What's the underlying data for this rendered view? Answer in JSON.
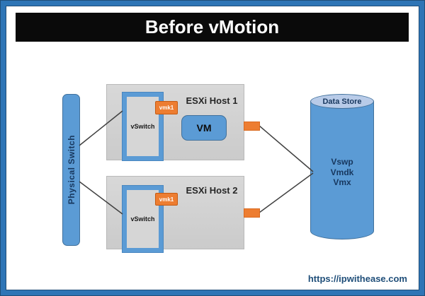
{
  "title": {
    "text": "Before vMotion"
  },
  "physical_switch": {
    "label": "Physical Switch"
  },
  "hosts": [
    {
      "name": "ESXi Host 1",
      "vswitch": "vSwitch",
      "vmk": "vmk1",
      "vm": "VM"
    },
    {
      "name": "ESXi Host 2",
      "vswitch": "vSwitch",
      "vmk": "vmk1"
    }
  ],
  "datastore": {
    "title": "Data Store",
    "contents": [
      "Vswp",
      "Vmdk",
      "Vmx"
    ]
  },
  "footer": {
    "url": "https://ipwithease.com"
  },
  "colors": {
    "frame_blue": "#2e75b6",
    "frame_dark": "#1f4e79",
    "title_bg": "#0a0a0a",
    "shape_blue": "#5b9bd5",
    "shape_blue_border": "#41719c",
    "orange": "#ed7d31",
    "orange_border": "#c55a11",
    "host_gray": "#d2d2d2",
    "line_gray": "#404040",
    "url_text": "#1f4e79"
  }
}
